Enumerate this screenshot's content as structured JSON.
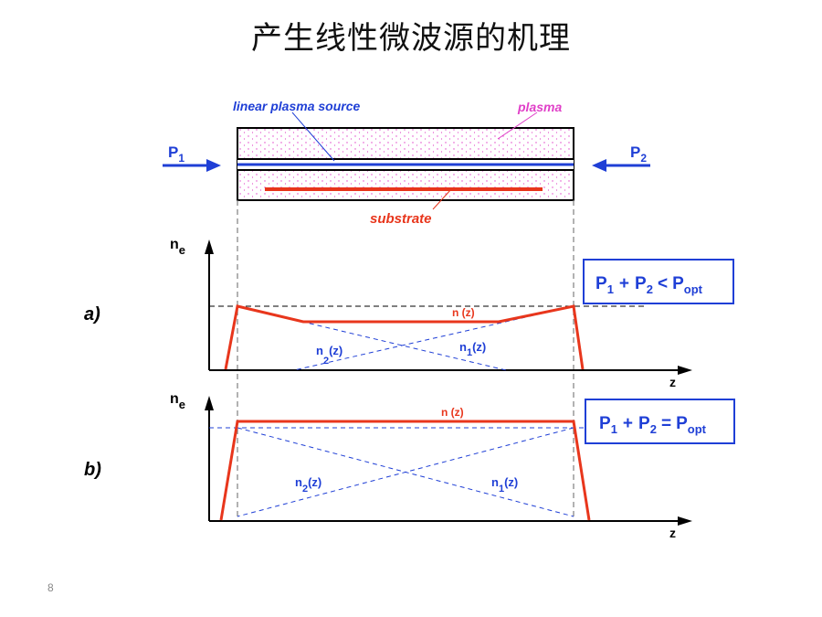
{
  "slide": {
    "title": "产生线性微波源的机理",
    "page_number": "8"
  },
  "source_diagram": {
    "label_source": "linear plasma source",
    "label_plasma": "plasma",
    "label_substrate": "substrate",
    "power_left": {
      "main": "P",
      "sub": "1"
    },
    "power_right": {
      "main": "P",
      "sub": "2"
    }
  },
  "graph_a": {
    "panel_label": "a)",
    "axis_y": {
      "main": "n",
      "sub": "e"
    },
    "axis_x": "z",
    "curve_total": "n (z)",
    "curve_2": {
      "main": "n",
      "sub": "2",
      "tail": "(z)"
    },
    "curve_1": {
      "main": "n",
      "sub": "1",
      "tail": "(z)"
    },
    "condition": {
      "p": "P",
      "s1": "1",
      "plus": "+",
      "s2": "2",
      "op": "<",
      "popt": "opt"
    }
  },
  "graph_b": {
    "panel_label": "b)",
    "axis_y": {
      "main": "n",
      "sub": "e"
    },
    "axis_x": "z",
    "curve_total": "n (z)",
    "curve_2": {
      "main": "n",
      "sub": "2",
      "tail": "(z)"
    },
    "curve_1": {
      "main": "n",
      "sub": "1",
      "tail": "(z)"
    },
    "condition": {
      "p": "P",
      "s1": "1",
      "plus": "+",
      "s2": "2",
      "op": "=",
      "popt": "opt"
    }
  },
  "colors": {
    "blue": "#1f3fd6",
    "red": "#e8361c",
    "magenta": "#e040c8",
    "black": "#000000",
    "dash_gray": "#888888"
  }
}
